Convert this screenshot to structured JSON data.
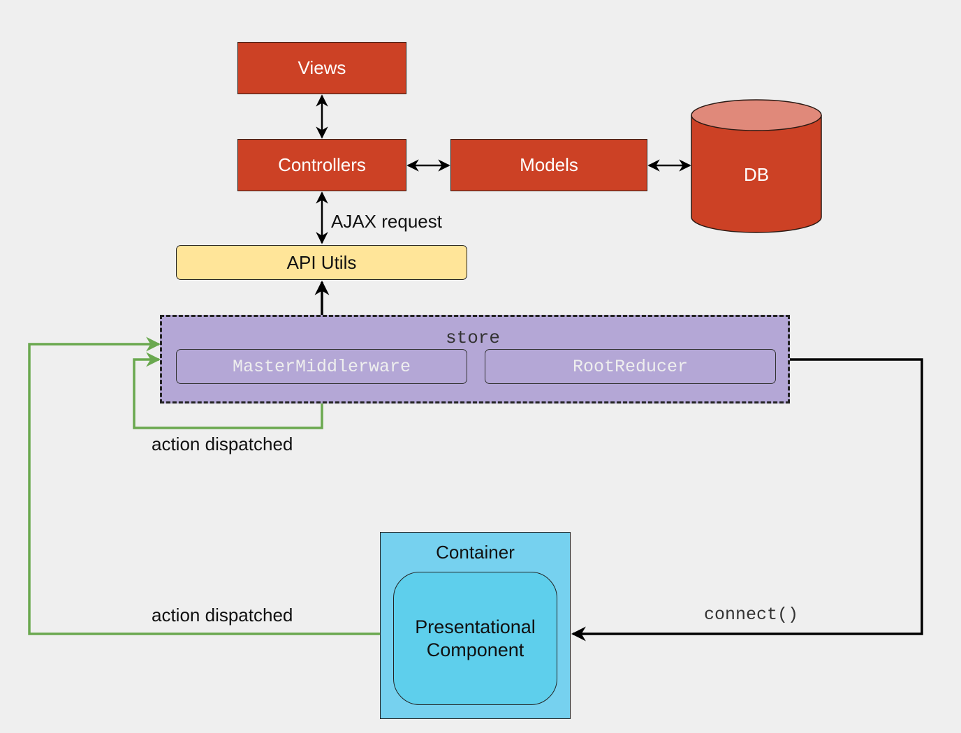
{
  "nodes": {
    "views": "Views",
    "controllers": "Controllers",
    "models": "Models",
    "db": "DB",
    "api_utils": "API Utils",
    "store": "store",
    "master_middleware": "MasterMiddlerware",
    "root_reducer": "RootReducer",
    "container": "Container",
    "presentational_line1": "Presentational",
    "presentational_line2": "Component"
  },
  "edges": {
    "ajax_request": "AJAX request",
    "action_dispatched_inner": "action dispatched",
    "action_dispatched_outer": "action dispatched",
    "connect": "connect()"
  },
  "colors": {
    "background": "#efefef",
    "red_node": "#cc4125",
    "db_top": "#e0897a",
    "api_utils": "#ffe599",
    "store": "#b4a7d6",
    "container": "#76d1ef",
    "presentational": "#5ecfec",
    "green_flow": "#6aa84f",
    "black_flow": "#000000"
  }
}
